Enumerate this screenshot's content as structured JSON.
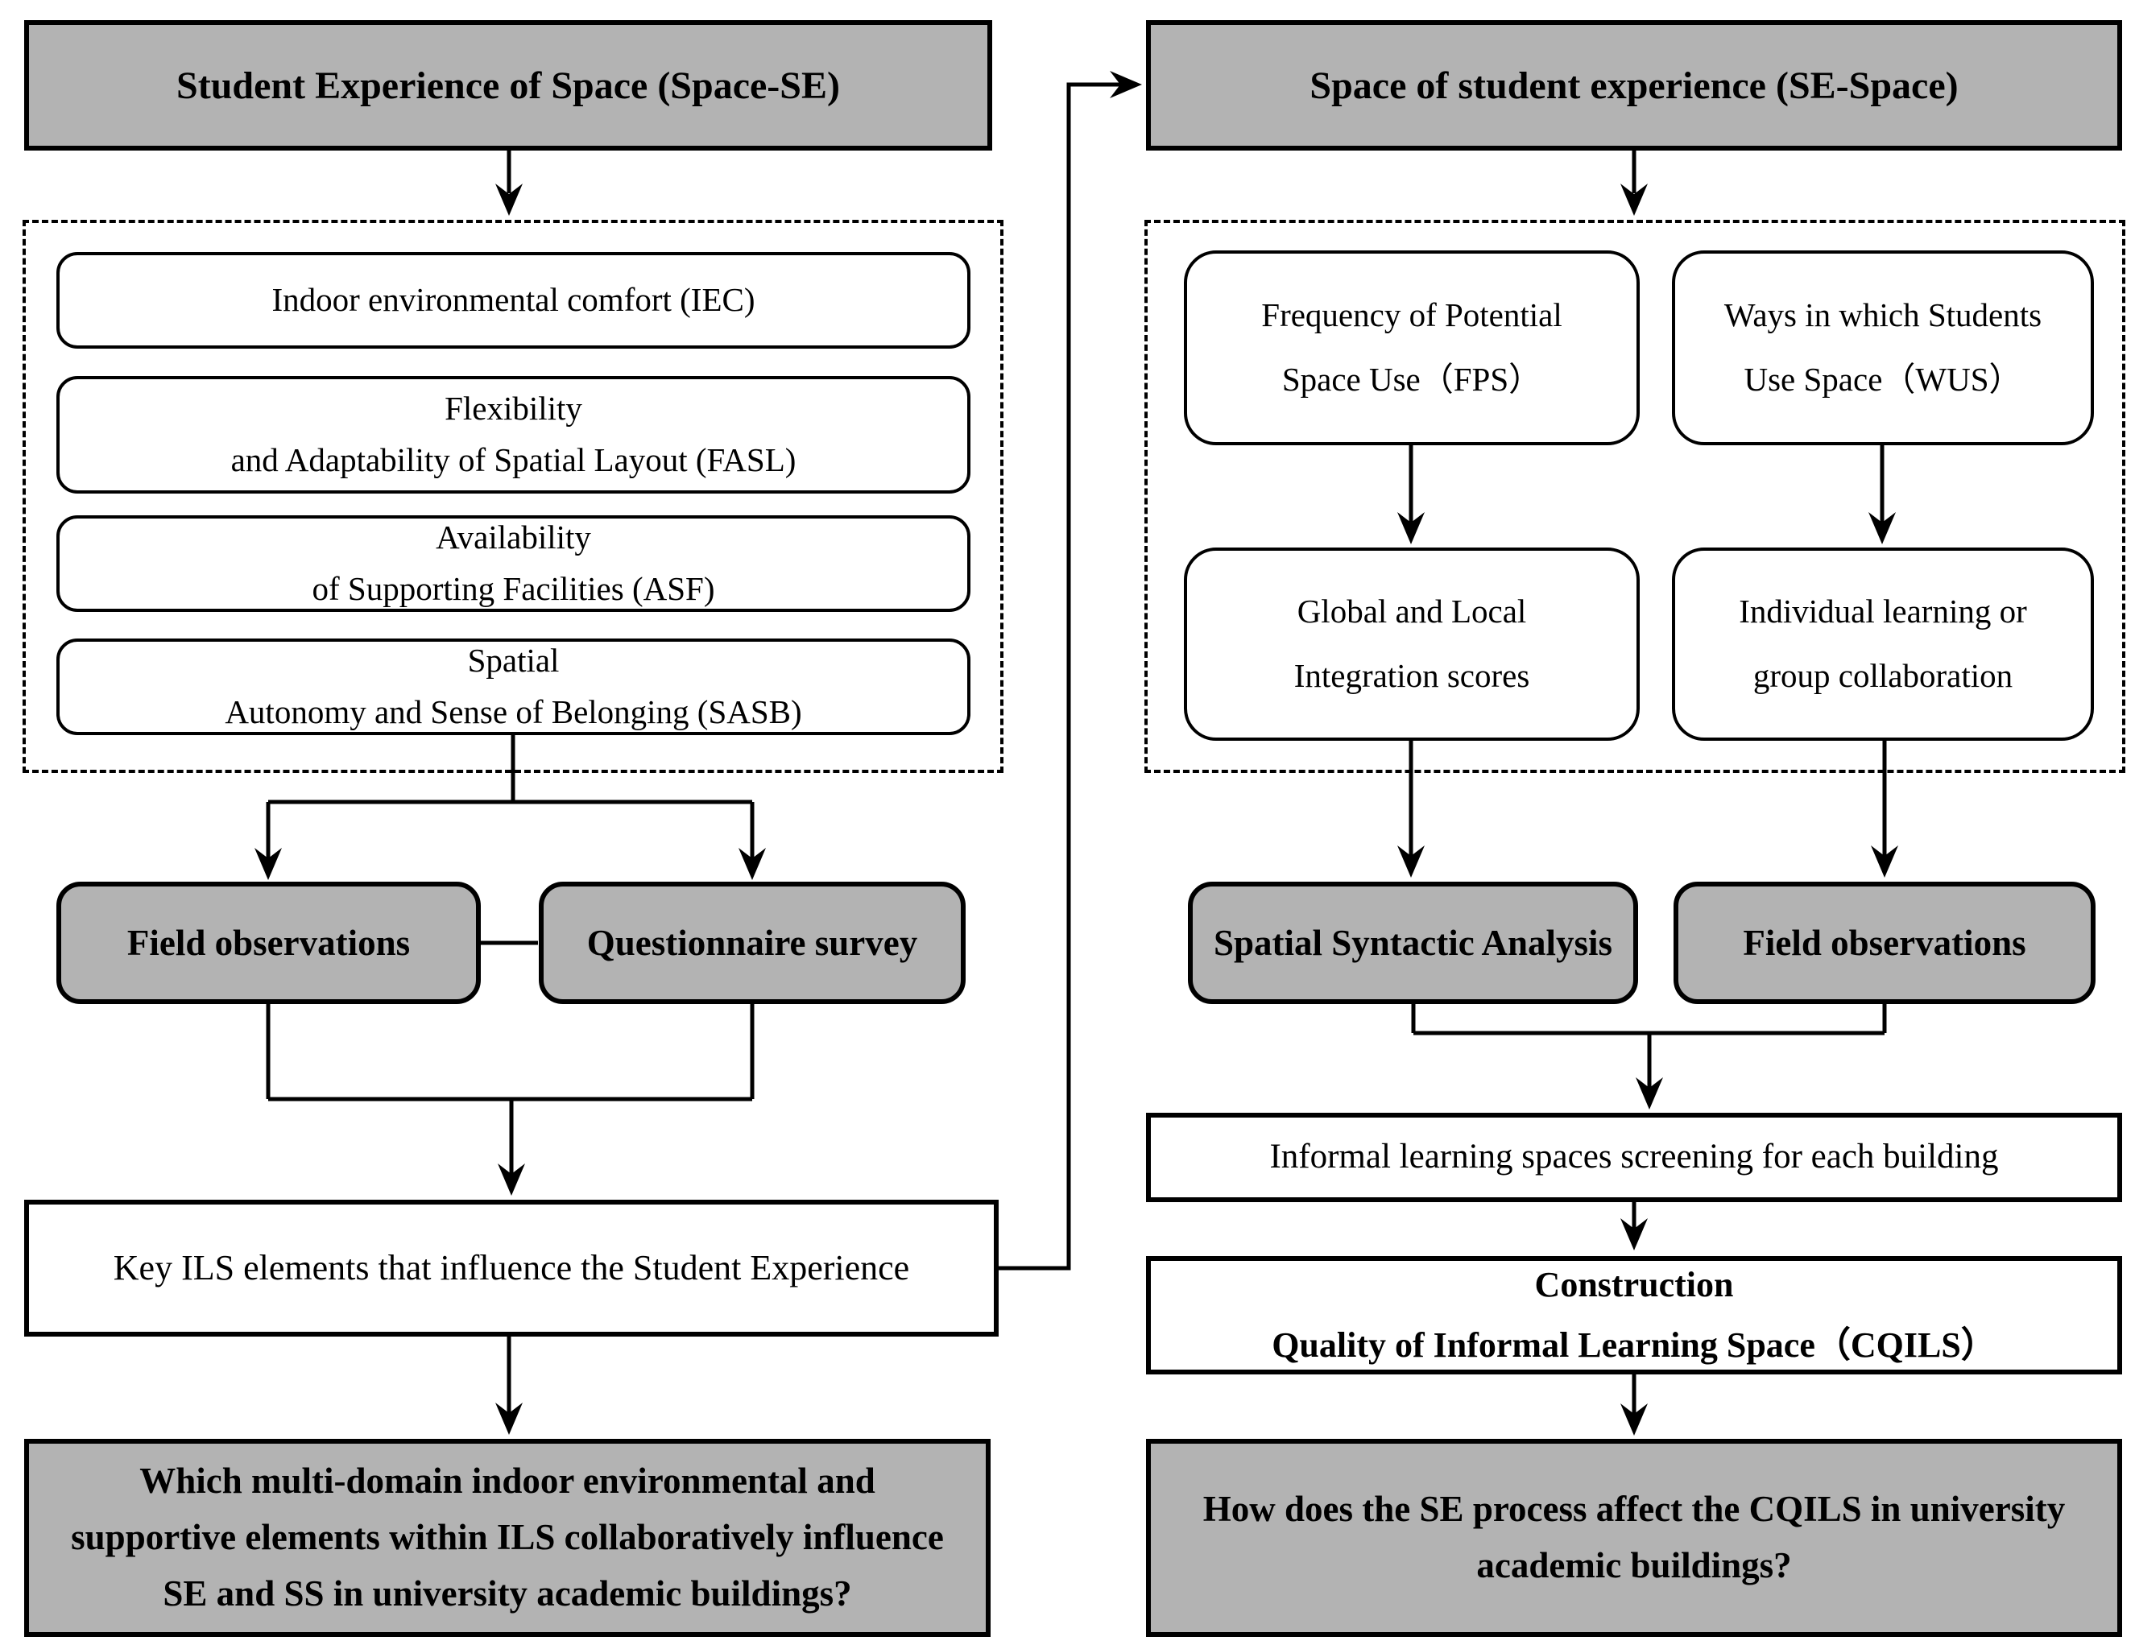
{
  "colors": {
    "box_fill_gray": "#b3b3b3",
    "line_black": "#000000",
    "background": "#ffffff"
  },
  "left_panel": {
    "header": "Student Experience of Space (Space-SE)",
    "factors": [
      {
        "line1": "Indoor environmental comfort (IEC)"
      },
      {
        "line1": "Flexibility",
        "line2": "and Adaptability of Spatial Layout (FASL)"
      },
      {
        "line1": "Availability",
        "line2": "of Supporting Facilities (ASF)"
      },
      {
        "line1": "Spatial",
        "line2": "Autonomy and Sense of Belonging (SASB)"
      }
    ],
    "method_left": "Field observations",
    "method_right": "Questionnaire survey",
    "outcome": "Key ILS elements that influence the Student Experience",
    "research_question": {
      "line1": "Which multi-domain indoor environmental and",
      "line2": "supportive elements within ILS collaboratively influence",
      "line3": "SE and SS in university academic buildings?"
    }
  },
  "right_panel": {
    "header": "Space of student experience (SE-Space)",
    "factors_top": [
      {
        "line1": "Frequency of Potential",
        "line2": "Space Use（FPS）"
      },
      {
        "line1": "Ways in which Students",
        "line2": "Use Space（WUS）"
      }
    ],
    "factors_bottom": [
      {
        "line1": "Global and Local",
        "line2": "Integration scores"
      },
      {
        "line1": "Individual learning or",
        "line2": "group collaboration"
      }
    ],
    "method_left": "Spatial Syntactic Analysis",
    "method_right": "Field observations",
    "screening": "Informal learning spaces screening for each building",
    "construct": {
      "line1": "Construction",
      "line2": "Quality of Informal Learning Space（CQILS）"
    },
    "research_question": {
      "line1": "How does the SE process affect the CQILS in university",
      "line2": "academic buildings?"
    }
  }
}
